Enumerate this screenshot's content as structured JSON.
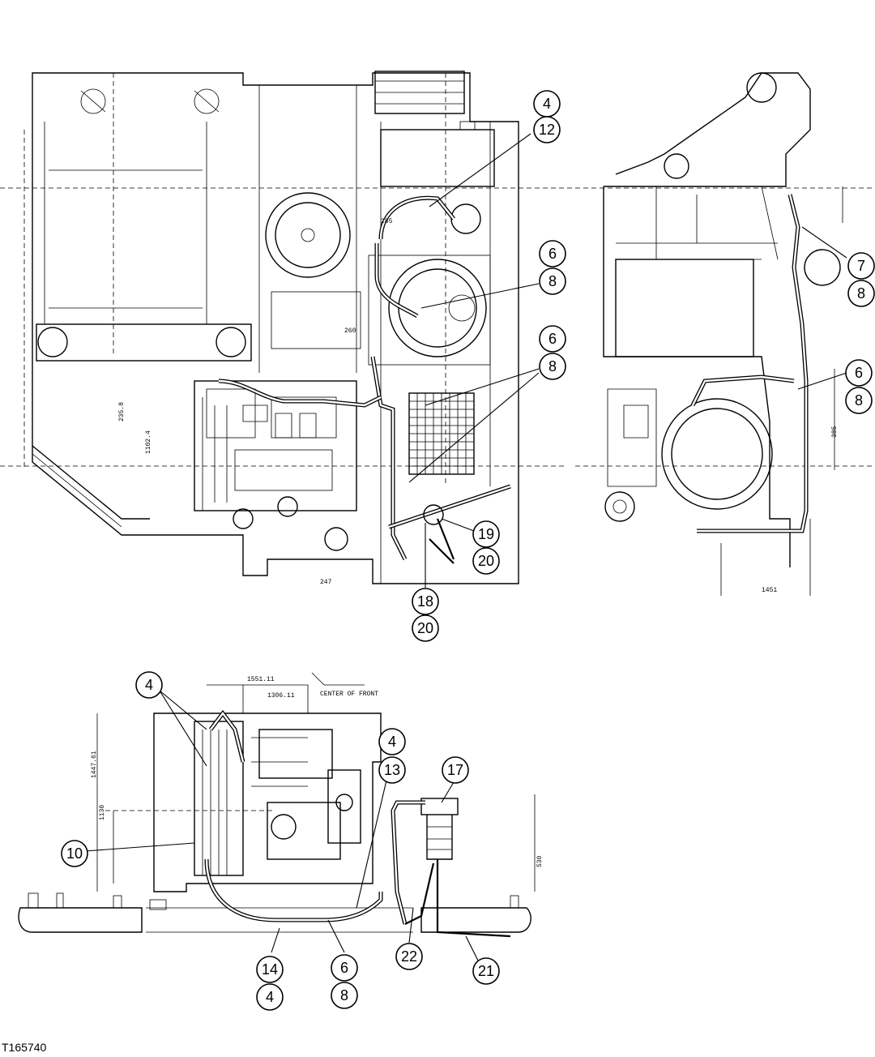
{
  "figure_id": "T165740",
  "callouts": [
    {
      "id": "c-4-top",
      "label": "4"
    },
    {
      "id": "c-12",
      "label": "12"
    },
    {
      "id": "c-6-a",
      "label": "6"
    },
    {
      "id": "c-8-a",
      "label": "8"
    },
    {
      "id": "c-6-b",
      "label": "6"
    },
    {
      "id": "c-8-b",
      "label": "8"
    },
    {
      "id": "c-19",
      "label": "19"
    },
    {
      "id": "c-20-a",
      "label": "20"
    },
    {
      "id": "c-18",
      "label": "18"
    },
    {
      "id": "c-20-b",
      "label": "20"
    },
    {
      "id": "c-7",
      "label": "7"
    },
    {
      "id": "c-8-c",
      "label": "8"
    },
    {
      "id": "c-6-c",
      "label": "6"
    },
    {
      "id": "c-8-d",
      "label": "8"
    },
    {
      "id": "c-4-bl",
      "label": "4"
    },
    {
      "id": "c-4-mid",
      "label": "4"
    },
    {
      "id": "c-13",
      "label": "13"
    },
    {
      "id": "c-17",
      "label": "17"
    },
    {
      "id": "c-10",
      "label": "10"
    },
    {
      "id": "c-14",
      "label": "14"
    },
    {
      "id": "c-4-bot",
      "label": "4"
    },
    {
      "id": "c-6-bot",
      "label": "6"
    },
    {
      "id": "c-8-bot",
      "label": "8"
    },
    {
      "id": "c-22",
      "label": "22"
    },
    {
      "id": "c-21",
      "label": "21"
    }
  ]
}
